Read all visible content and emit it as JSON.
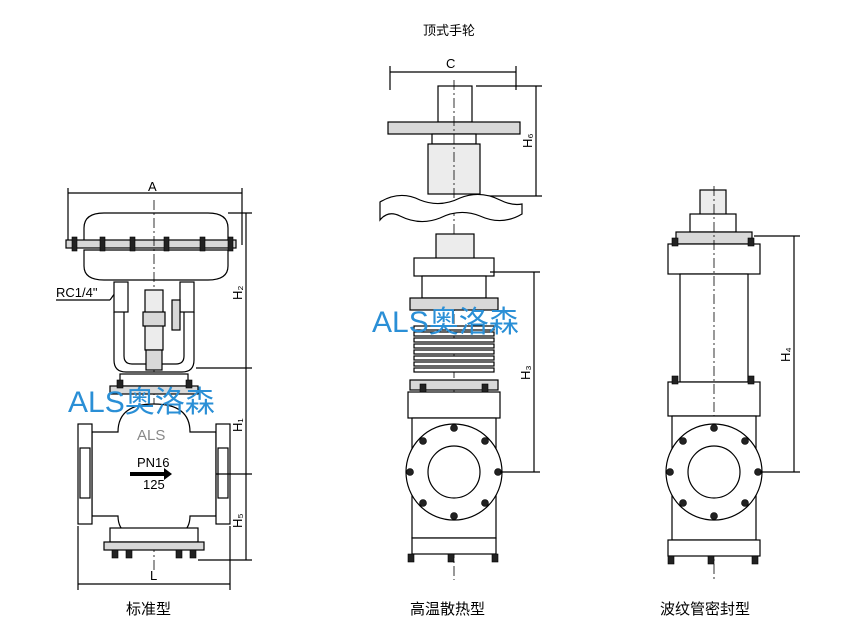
{
  "top_handwheel_label": "顶式手轮",
  "captions": {
    "standard": "标准型",
    "high_temp": "高温散热型",
    "bellows": "波纹管密封型"
  },
  "dimensions": {
    "A": "A",
    "C": "C",
    "L": "L",
    "H1": "H₁",
    "H2": "H₂",
    "H3": "H₃",
    "H4": "H₄",
    "H5": "H₅",
    "H6": "H₆",
    "rc": "RC1/4\""
  },
  "body_marks": {
    "brand": "ALS",
    "pressure": "PN16",
    "size": "125"
  },
  "watermarks": {
    "left": "ALS奥洛森",
    "center": "ALS奥洛森"
  }
}
